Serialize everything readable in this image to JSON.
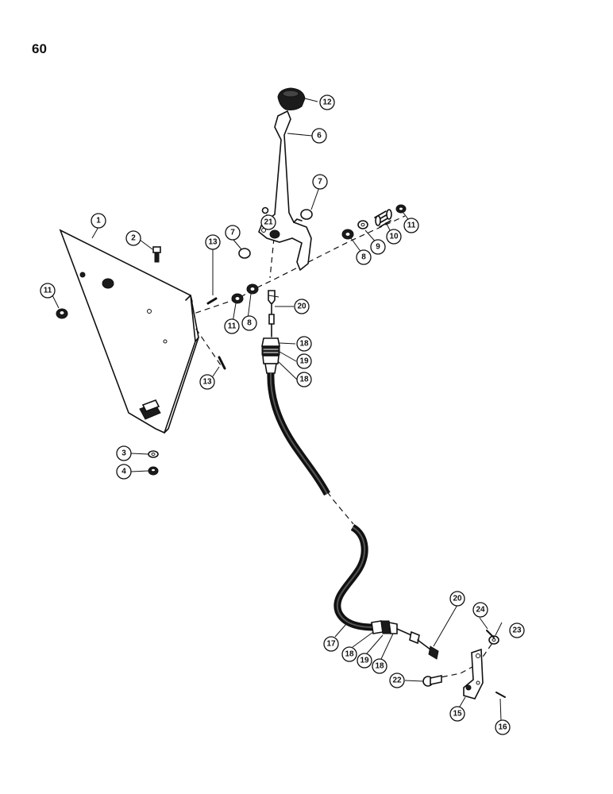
{
  "page_number": "60",
  "callouts": [
    {
      "num": "1"
    },
    {
      "num": "2"
    },
    {
      "num": "3"
    },
    {
      "num": "4"
    },
    {
      "num": "6"
    },
    {
      "num": "7"
    },
    {
      "num": "7"
    },
    {
      "num": "8"
    },
    {
      "num": "8"
    },
    {
      "num": "9"
    },
    {
      "num": "10"
    },
    {
      "num": "11"
    },
    {
      "num": "11"
    },
    {
      "num": "11"
    },
    {
      "num": "12"
    },
    {
      "num": "13"
    },
    {
      "num": "13"
    },
    {
      "num": "15"
    },
    {
      "num": "16"
    },
    {
      "num": "17"
    },
    {
      "num": "18"
    },
    {
      "num": "18"
    },
    {
      "num": "18"
    },
    {
      "num": "18"
    },
    {
      "num": "19"
    },
    {
      "num": "19"
    },
    {
      "num": "20"
    },
    {
      "num": "20"
    },
    {
      "num": "21"
    },
    {
      "num": "22"
    },
    {
      "num": "23"
    },
    {
      "num": "24"
    }
  ]
}
